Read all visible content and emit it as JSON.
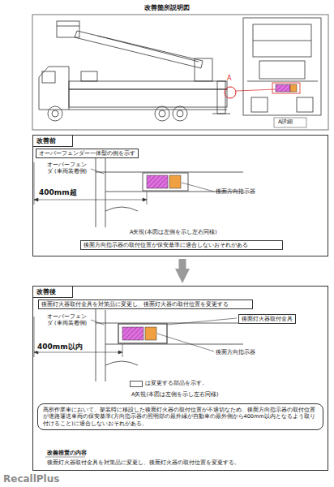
{
  "diagram": {
    "title": "改善箇所説明図",
    "nodes": [
      {
        "text": [
          "改善前"
        ]
      },
      {
        "text": [
          "オーバーフェンダー一体型の例を示す"
        ],
        "in": 0
      },
      {
        "text": [
          "後面方向指示器の取付位置が保安基準に適合しないおそれがある"
        ],
        "in": 0
      },
      {
        "text": [
          "改善後"
        ]
      },
      {
        "text": [
          "後面灯火器取付金具を対策品に変更し、後面灯火器の取付位置を変更する"
        ],
        "in": 3
      },
      {
        "text": [
          "後面灯火器取付金具"
        ],
        "in": 3
      },
      {
        "text": [
          "高所作業車において、架装時に移設した後面灯火器の取付位置が不適切なため、後面方向指示器の取付位置が道路運送車両の保安基準(方向指示器の照明部の最外縁が自動車の最外側から400mm以内となるよう取り付けること)に適合しないおそれがある。"
        ],
        "in": 3
      }
    ],
    "edges": [
      {
        "from": 0,
        "to": 3,
        "arrow": "to"
      }
    ],
    "labels": [
      "A",
      "A詳細",
      "オーバーフェンダ (車両装着側)",
      "400mm超",
      "後面方向指示器",
      "A矢視(本図は左側を示し左右同様)",
      "オーバーフェンダ (車両装着側)",
      "400mm以内",
      "後面方向指示器",
      "A矢視(本図は左側を示し左右同様)",
      "改善措置の内容",
      "後面灯火器取付金具を対策品に変更し、後面灯火器の取付位置を変更する。",
      "RecallPlus"
    ],
    "legend": [
      {
        "text": "は変更する部品を示す。",
        "color": "#ffffff"
      }
    ]
  }
}
